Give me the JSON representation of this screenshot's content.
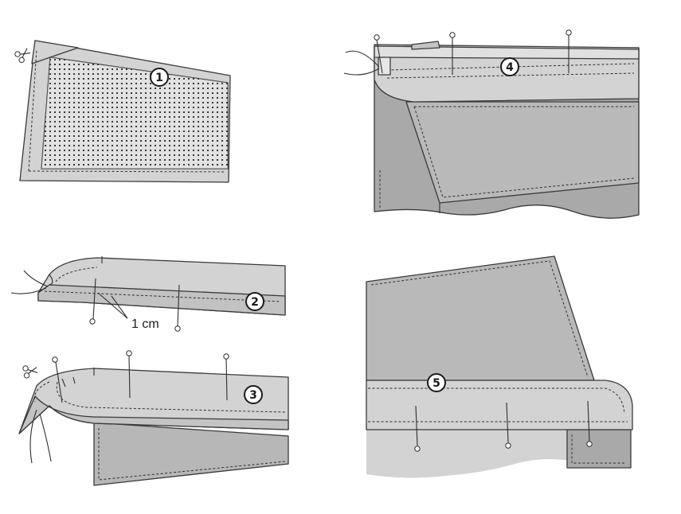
{
  "steps": [
    {
      "number": "1"
    },
    {
      "number": "2"
    },
    {
      "number": "3"
    },
    {
      "number": "4"
    },
    {
      "number": "5"
    }
  ],
  "measurement_label": "1 cm",
  "icons": [
    "scissors-icon",
    "pin-icon",
    "thread-icon"
  ],
  "colors": {
    "fabric_light": "#d3d3d3",
    "fabric_mid": "#b9b9b9",
    "fabric_dark": "#a9a9a9",
    "outline": "#3a3a3a"
  }
}
